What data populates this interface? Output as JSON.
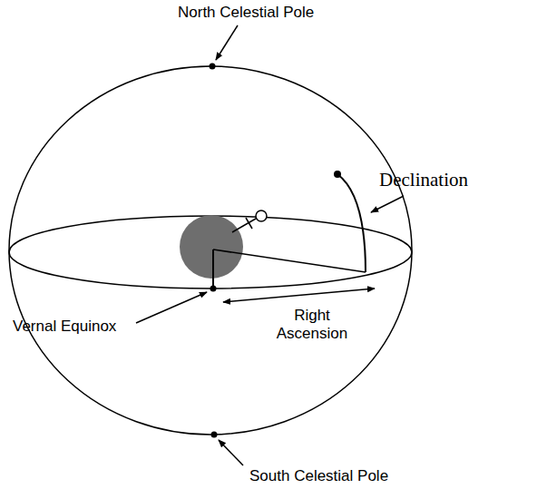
{
  "diagram": {
    "labels": [
      "North Celestial Pole",
      "Declination",
      "Vernal Equinox",
      "Right Ascension",
      "South Celestial Pole"
    ]
  }
}
